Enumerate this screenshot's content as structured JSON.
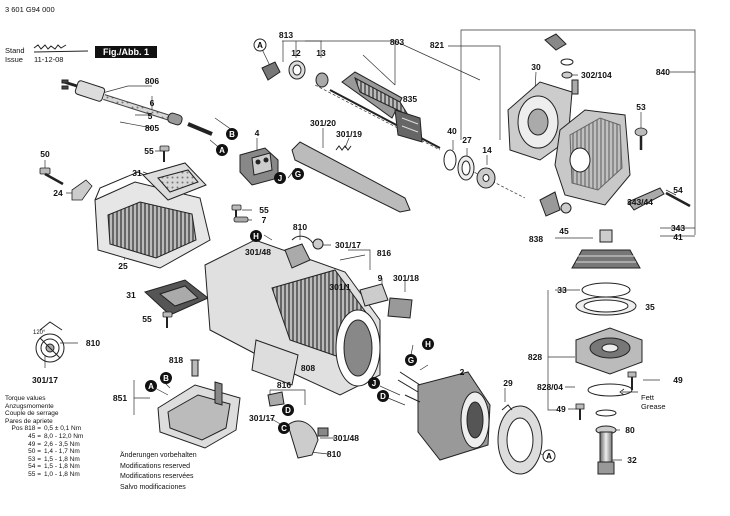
{
  "header": {
    "doc_number": "3 601 G94 000",
    "stand_label": "Stand",
    "issue_label": "Issue",
    "date": "11-12-08",
    "figure_label": "Fig./Abb. 1"
  },
  "torque": {
    "title": [
      "Torque values",
      "Anzugsmomente",
      "Couple de serrage",
      "Pares de apriete"
    ],
    "rows": [
      {
        "pos": "Pos 818 =",
        "val": "0,5 ± 0,1 Nm"
      },
      {
        "pos": "45 =",
        "val": "8,0 - 12,0 Nm"
      },
      {
        "pos": "49 =",
        "val": "2,6 - 3,5 Nm"
      },
      {
        "pos": "50 =",
        "val": "1,4 - 1,7 Nm"
      },
      {
        "pos": "53 =",
        "val": "1,5 - 1,8 Nm"
      },
      {
        "pos": "54 =",
        "val": "1,5 - 1,8 Nm"
      },
      {
        "pos": "55 =",
        "val": "1,0 - 1,8 Nm"
      }
    ]
  },
  "modifications": [
    "Änderungen vorbehalten",
    "Modifications reserved",
    "Modifications reservées",
    "Salvo modificaciones"
  ],
  "grease_note": [
    "Fett",
    "Grease"
  ],
  "angle_label": "120°",
  "part_numbers": {
    "p813": "813",
    "p803": "803",
    "p821": "821",
    "p840": "840",
    "p30": "30",
    "p302_104": "302/104",
    "p12": "12",
    "p13": "13",
    "p835": "835",
    "p806": "806",
    "p6": "6",
    "p5": "5",
    "p805": "805",
    "p53": "53",
    "p4": "4",
    "p301_20": "301/20",
    "p301_19": "301/19",
    "p40": "40",
    "p27": "27",
    "p14": "14",
    "p50": "50",
    "p55a": "55",
    "p24": "24",
    "p31a": "31",
    "p25": "25",
    "p55b": "55",
    "p7": "7",
    "p810a": "810",
    "p301_48a": "301/48",
    "p301_17a": "301/17",
    "p816a": "816",
    "p54": "54",
    "p343_44": "343/44",
    "p343": "343",
    "p41": "41",
    "p45": "45",
    "p838": "838",
    "p9": "9",
    "p301_18": "301/18",
    "p301_1": "301/1",
    "p33": "33",
    "p35": "35",
    "p31b": "31",
    "p55c": "55",
    "p810b": "810",
    "p301_17b": "301/17",
    "p818": "818",
    "p808": "808",
    "p828": "828",
    "p828_04": "828/04",
    "p49a": "49",
    "p49b": "49",
    "p851": "851",
    "p2": "2",
    "p29": "29",
    "p816b": "816",
    "p301_17c": "301/17",
    "p301_48b": "301/48",
    "p810c": "810",
    "p80": "80",
    "p32": "32"
  },
  "callouts": {
    "A": "A",
    "B": "B",
    "C": "C",
    "D": "D",
    "G": "G",
    "H": "H",
    "J": "J"
  }
}
